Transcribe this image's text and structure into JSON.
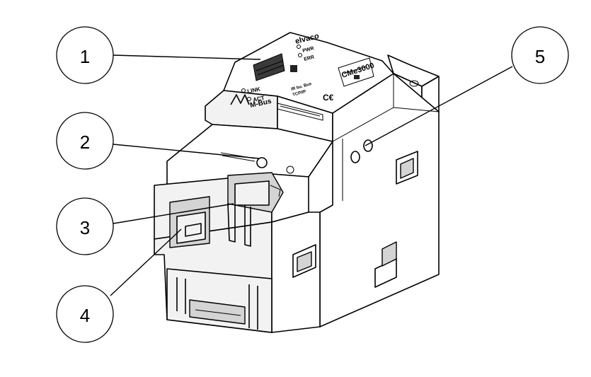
{
  "device": {
    "brand": "elvaco",
    "model": "CMe3000",
    "led_pwr": "PWR",
    "led_err": "ERR",
    "led_link": "LINK",
    "led_act": "ACT",
    "bus_logo": "M-Bus",
    "port_label": "IR bu. Bus",
    "proto_label": "TCP/IP"
  },
  "callouts": [
    {
      "number": "1",
      "target": "led-indicator-panel"
    },
    {
      "number": "2",
      "target": "push-button"
    },
    {
      "number": "3",
      "target": "rj45-ethernet-port"
    },
    {
      "number": "4",
      "target": "mbus-terminal"
    },
    {
      "number": "5",
      "target": "side-screw-holes"
    }
  ]
}
